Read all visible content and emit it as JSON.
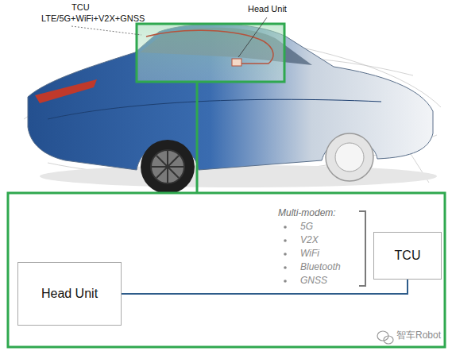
{
  "diagram": {
    "nodes": [
      {
        "text": [
          "Head Unit"
        ]
      },
      {
        "text": [
          "TCU"
        ]
      }
    ],
    "edges": [
      {
        "from": 0,
        "to": 1,
        "arrow": "none"
      }
    ],
    "labels": [
      "TCU",
      "LTE/5G+WiFi+V2X+GNSS",
      "Head Unit",
      "Multi-modem:",
      "5G",
      "V2X",
      "WiFi",
      "Bluetooth",
      "GNSS",
      "智车Robot"
    ]
  }
}
